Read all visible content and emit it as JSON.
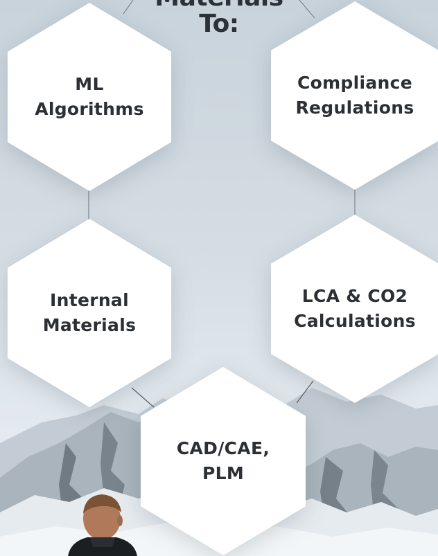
{
  "heading": "Materials\nTo:",
  "hexagons": [
    {
      "label": "ML\nAlgorithms"
    },
    {
      "label": "Compliance\nRegulations"
    },
    {
      "label": "Internal\nMaterials"
    },
    {
      "label": "LCA & CO2\nCalculations"
    },
    {
      "label": "CAD/CAE,\nPLM"
    }
  ],
  "colors": {
    "background_top": "#c8d3db",
    "hexagon_fill": "#ffffff",
    "text": "#2c2f33",
    "connector": "#7b8790"
  },
  "icons": {
    "scene": "snowy-mountains",
    "figure": "person-back-view"
  }
}
